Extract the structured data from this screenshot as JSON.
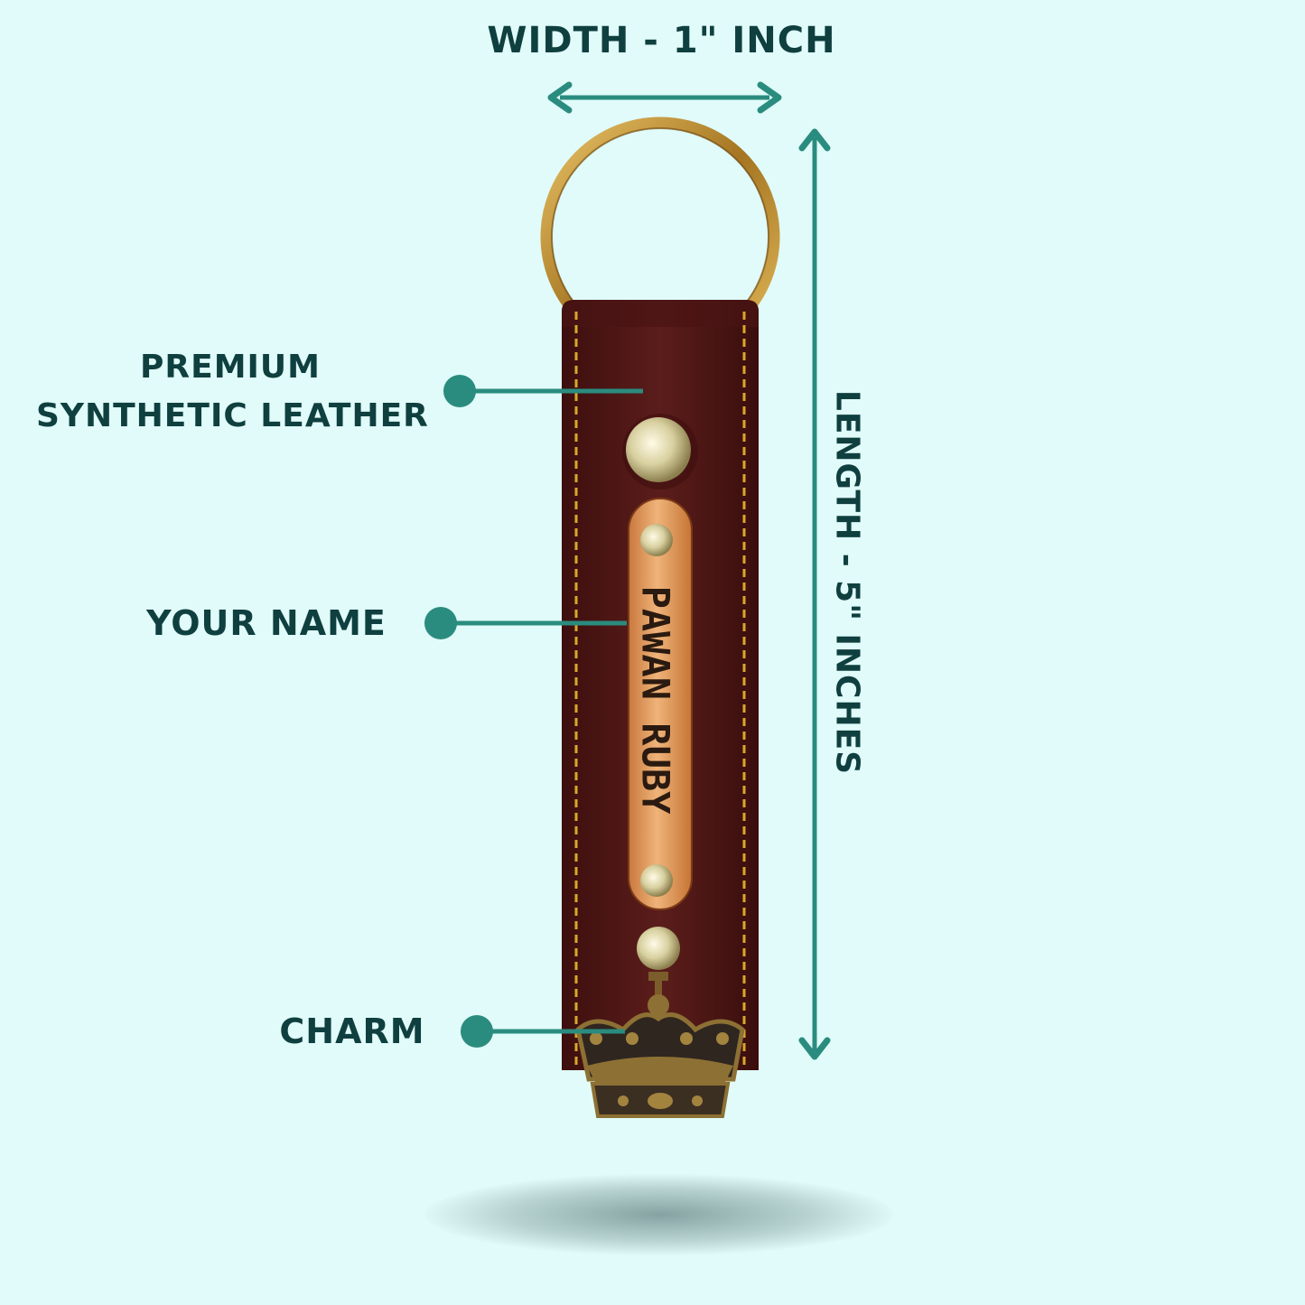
{
  "labels": {
    "width": "WIDTH - 1\" INCH",
    "length": "LENGTH - 5\" INCHES",
    "leather_line1": "PREMIUM",
    "leather_line2": "SYNTHETIC LEATHER",
    "your_name": "YOUR NAME",
    "charm": "CHARM"
  },
  "engraving": {
    "name": "PAWAN RUBY"
  },
  "colors": {
    "background": "#e0fbf9",
    "accent": "#2a8c7f",
    "text": "#0f3f3f",
    "leather": "#5a1c1a",
    "stitch": "#d9a82a",
    "nameplate": "#e2a36a",
    "ring": "#b8862c"
  },
  "icons": {
    "keyring": "key-ring-icon",
    "charm": "crown-charm-icon"
  }
}
